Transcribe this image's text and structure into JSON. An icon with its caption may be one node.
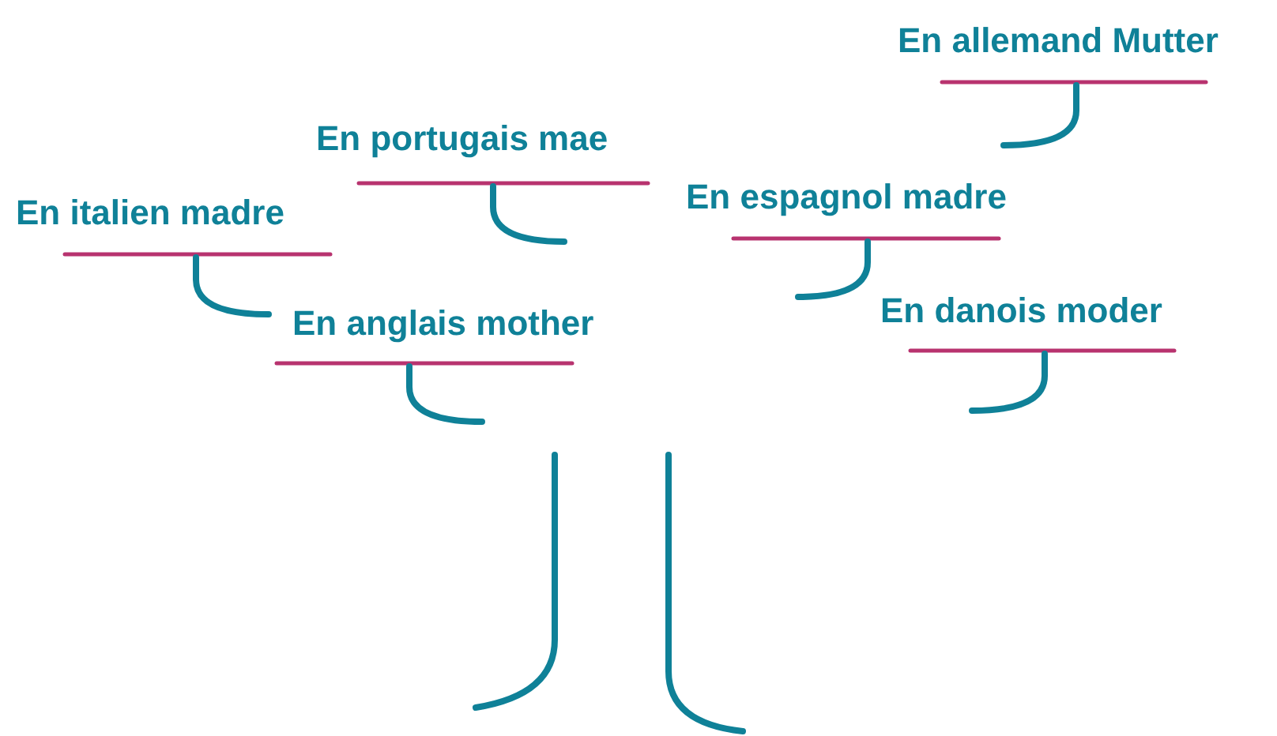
{
  "diagram": {
    "labels": [
      "En allemand Mutter",
      "En portugais mae",
      "En espagnol madre",
      "En italien madre",
      "En danois moder",
      "En anglais mother"
    ]
  }
}
